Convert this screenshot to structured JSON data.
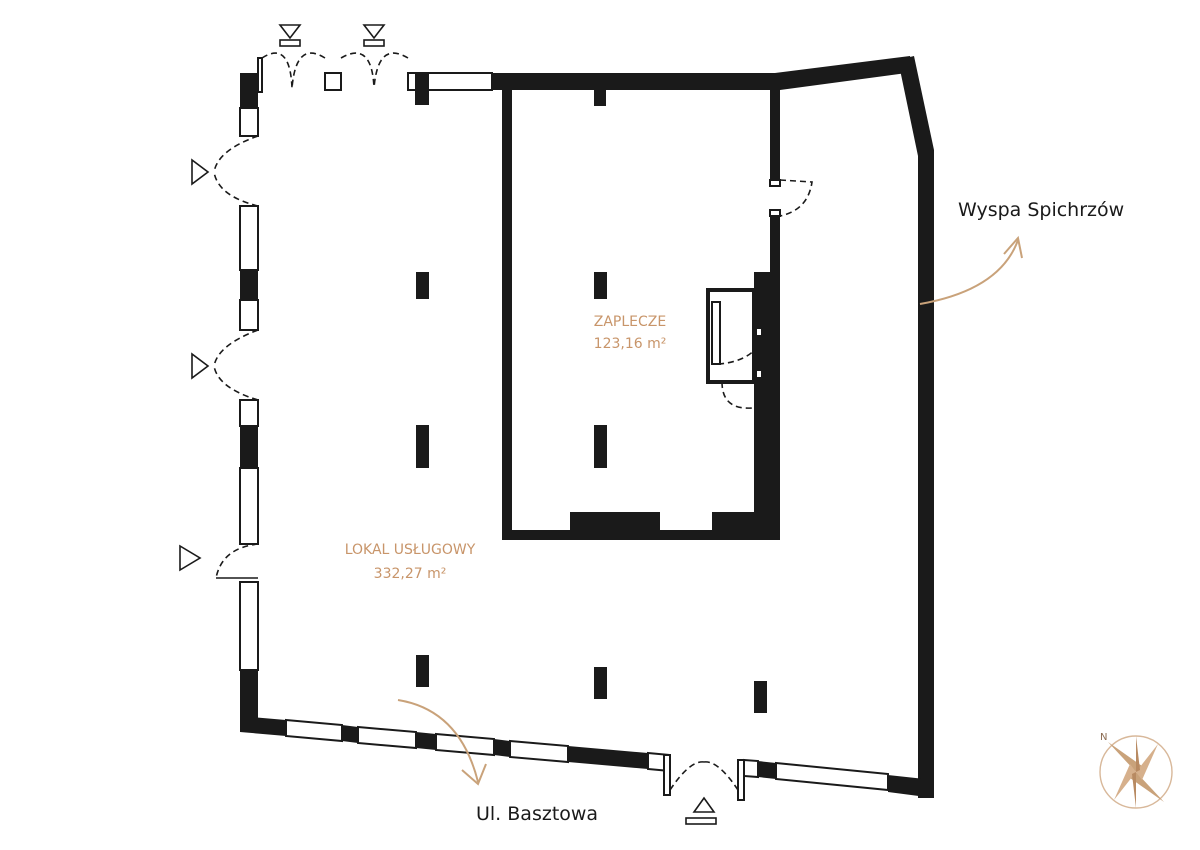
{
  "rooms": {
    "zaplecze": {
      "name": "ZAPLECZE",
      "area": "123,16 m²"
    },
    "lokal": {
      "name": "LOKAL USŁUGOWY",
      "area": "332,27 m²"
    }
  },
  "streets": {
    "right": "Wyspa Spichrzów",
    "bottom": "Ul. Basztowa"
  },
  "compass": {
    "north_letter": "N"
  },
  "colors": {
    "wall": "#1a1a1a",
    "label": "#c8956a",
    "arrow": "#c9a27a",
    "compass": "#c9a27a"
  }
}
